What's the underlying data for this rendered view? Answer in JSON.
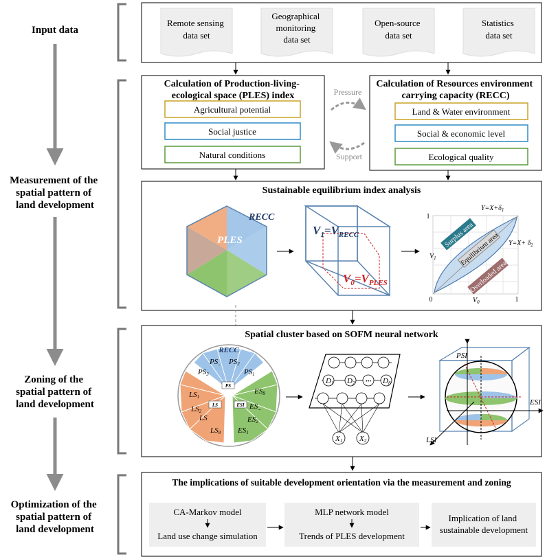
{
  "stages": [
    {
      "lines": [
        "Input data"
      ]
    },
    {
      "lines": [
        "Measurement of the",
        "spatial pattern of",
        "land development"
      ]
    },
    {
      "lines": [
        "Zoning of the",
        "spatial pattern of",
        "land development"
      ]
    },
    {
      "lines": [
        "Optimization of the",
        "spatial pattern of",
        "land development"
      ]
    }
  ],
  "inputs": [
    [
      "Remote sensing",
      "data set"
    ],
    [
      "Geographical",
      "monitoring",
      "data set"
    ],
    [
      "Open-source",
      "data set"
    ],
    [
      "Statistics",
      "data set"
    ]
  ],
  "ples": {
    "title": [
      "Calculation of Production-living-",
      "ecological space (PLES) index"
    ],
    "items": [
      "Agricultural potential",
      "Social justice",
      "Natural conditions"
    ]
  },
  "recc": {
    "title": [
      "Calculation of Resources environment",
      "carrying capacity (RECC)"
    ],
    "items": [
      "Land & Water environment",
      "Social & economic level",
      "Ecological quality"
    ]
  },
  "flow": {
    "pressure": "Pressure",
    "support": "Support"
  },
  "sei": {
    "title": "Sustainable equilibrium index analysis",
    "cube_label_recc": "RECC",
    "cube_label_ples": "PLES",
    "v1_main": "V",
    "v1_sub": "1",
    "v1_eq": "=V",
    "v1_sub2": "RECC",
    "v0_main": "V",
    "v0_sub": "0",
    "v0_eq": "=V",
    "v0_sub2": "PLES",
    "plot": {
      "y_top": "1",
      "origin": "0",
      "x_right": "1",
      "x_label": "V",
      "x_label_sub": "0",
      "y_label": "V",
      "y_label_sub": "1",
      "line_upper": "Y=X+δ",
      "line_upper_sub": "1",
      "line_lower": "Y=X+ δ",
      "line_lower_sub": "2",
      "surplus": "Surplus area",
      "equilibrium": "Equilibrium area",
      "overloaded": "Overloaded area"
    }
  },
  "sofm": {
    "title": "Spatial cluster based on SOFM neural network",
    "pie": {
      "recc": "RECC",
      "ps": [
        "PS",
        "PS",
        "PS",
        "PS"
      ],
      "ps_sub": [
        "3",
        "...",
        "2",
        "1"
      ],
      "ls": [
        "LS",
        "LS",
        "LS",
        "LS"
      ],
      "ls_sub": [
        "1",
        "2",
        "",
        "8"
      ],
      "es": [
        "ES",
        "ES",
        "ES",
        "ES"
      ],
      "es_sub": [
        "8",
        "...",
        "2",
        "1"
      ],
      "ps_tag": "PS",
      "ls_tag": "LS",
      "es_tag": "ESI"
    },
    "network": {
      "d_nodes": [
        "D",
        "D",
        "···",
        "D"
      ],
      "d_subs": [
        "1",
        "2",
        "",
        "8"
      ],
      "x_nodes": [
        "X",
        "X"
      ],
      "x_subs": [
        "1",
        "2"
      ]
    },
    "axes": {
      "psi": "PSI",
      "esi": "ESI",
      "lsi": "LSI"
    }
  },
  "implications": {
    "title": "The implications of suitable development orientation via the measurement and zoning",
    "box1_top": "CA-Markov model",
    "box1_bottom": "Land use change simulation",
    "box2_top": "MLP network model",
    "box2_bottom": "Trends of PLES development",
    "box3": [
      "Implication of land",
      "sustainable development"
    ]
  },
  "colors": {
    "agri": "#c9a227",
    "social": "#2e8bc9",
    "natural": "#5a9a3c",
    "orange": "#f0a476",
    "blue": "#9ec3e8",
    "green": "#8ec46e",
    "arrow_gray": "#8c8c8c",
    "teal": "#2b7a8c",
    "brown": "#9e6d6d"
  }
}
